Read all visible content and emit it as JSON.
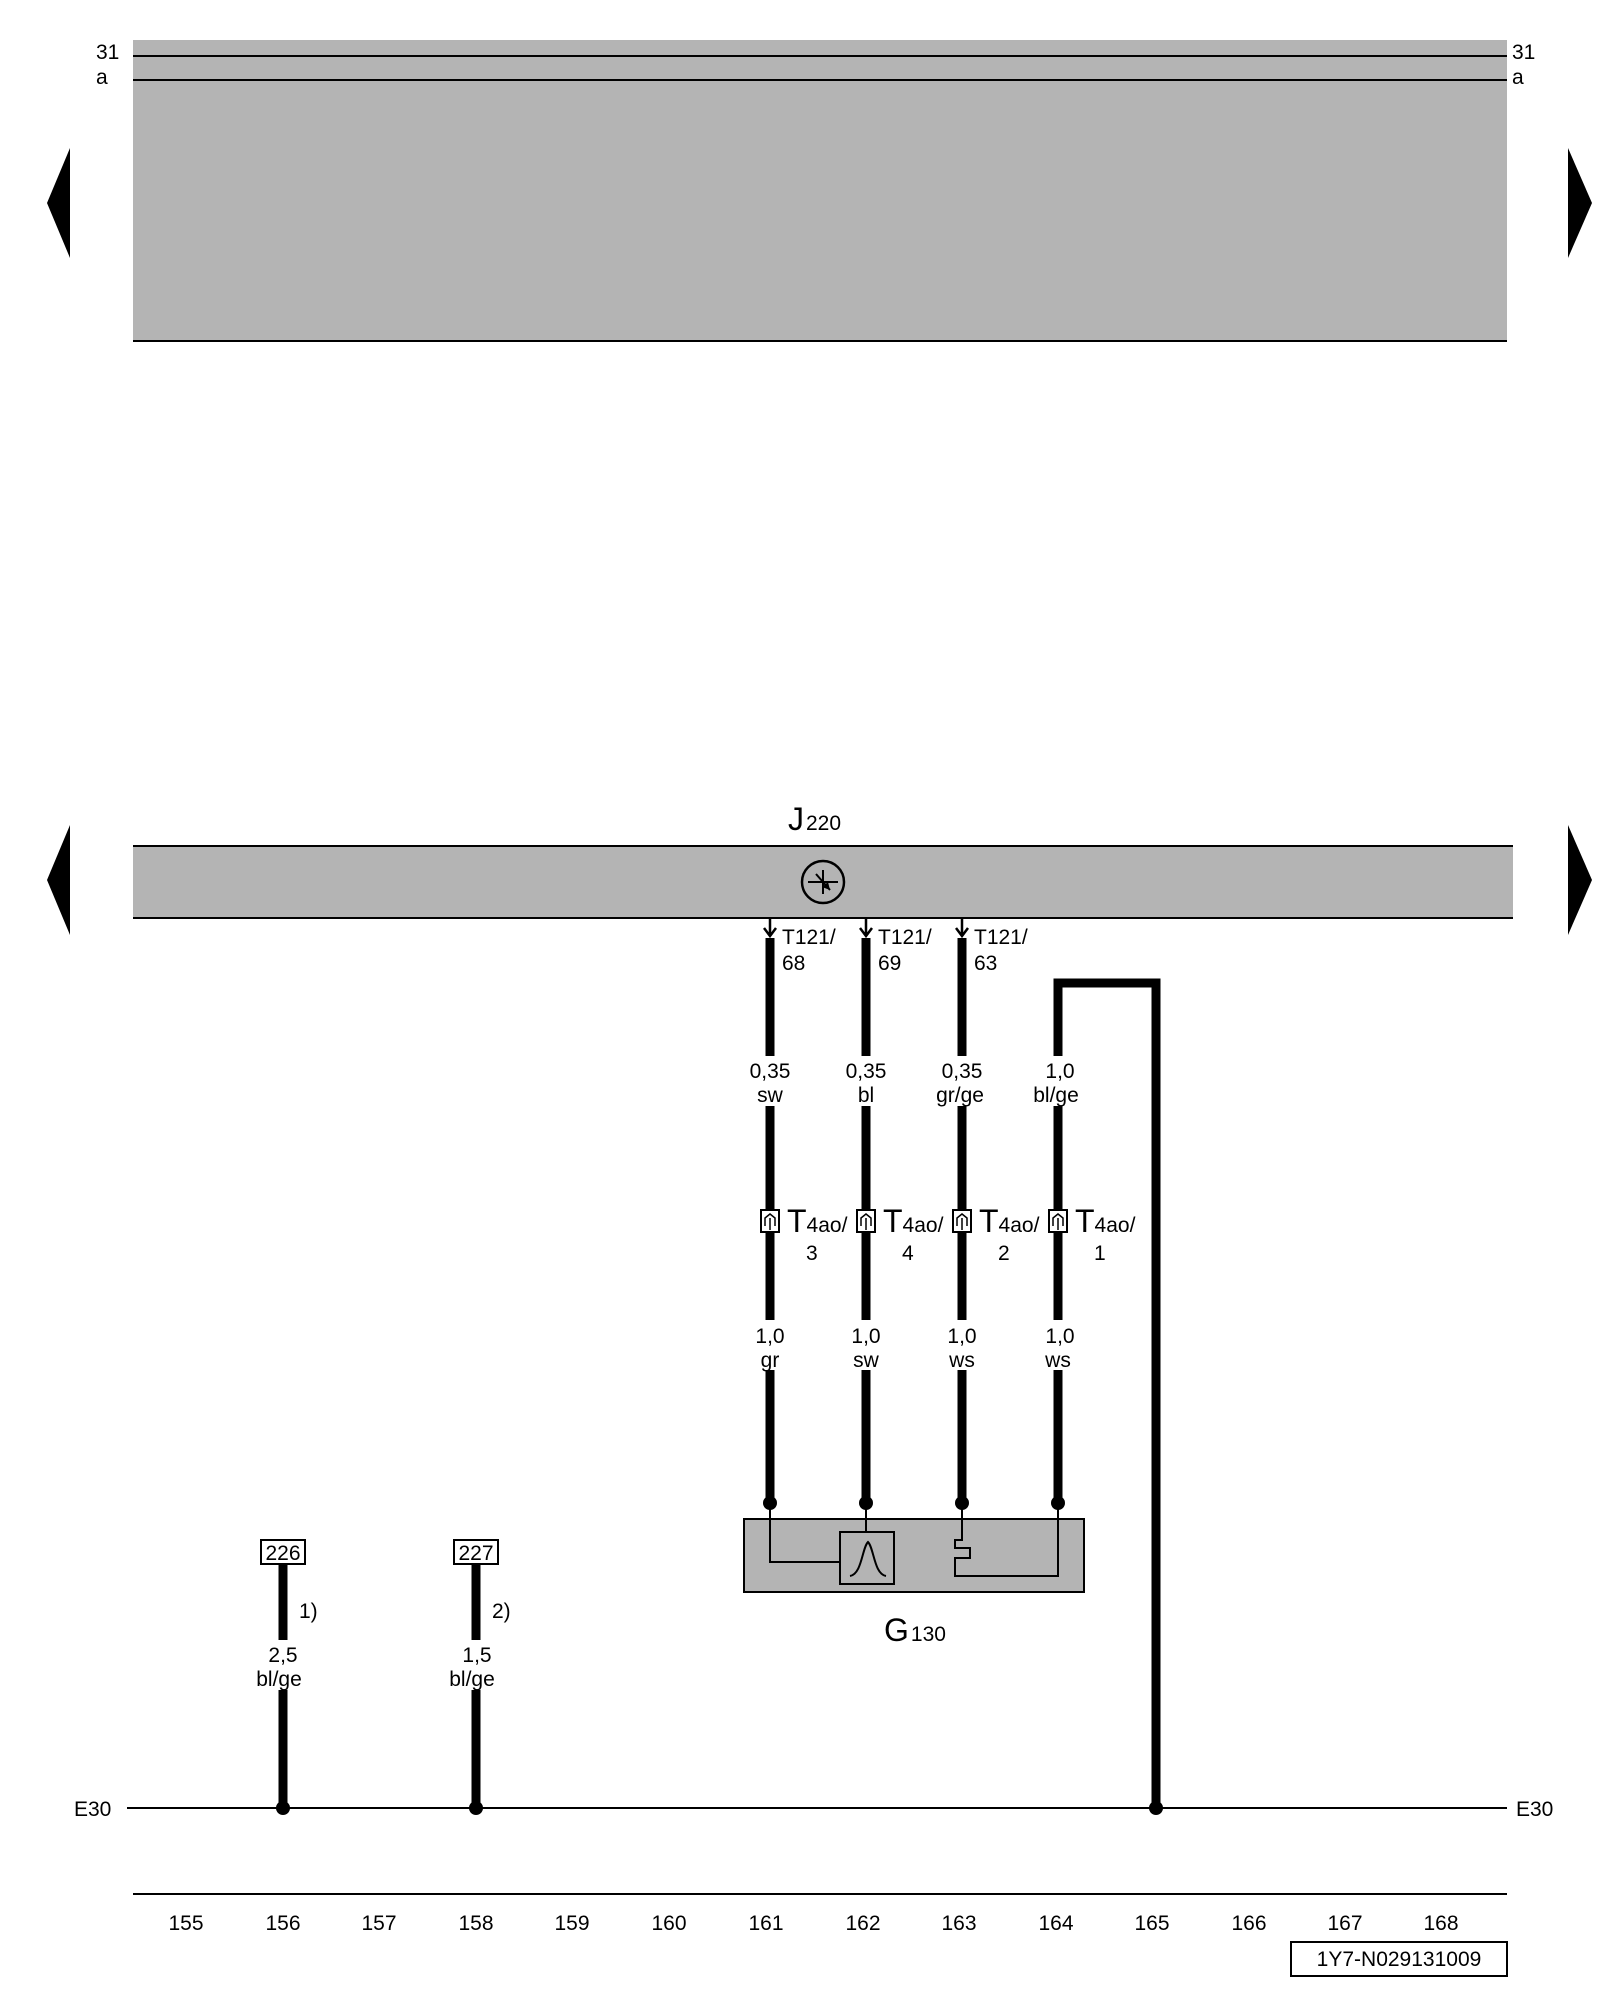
{
  "nav": {
    "top_left": "previous-page",
    "top_right": "next-page",
    "mid_left": "previous-page",
    "mid_right": "next-page"
  },
  "top_band": {
    "rail_31_left": "31",
    "rail_31_right": "31",
    "rail_a_left": "a",
    "rail_a_right": "a"
  },
  "j220": {
    "letter": "J",
    "number": "220",
    "symbol": "transistor-icon"
  },
  "wires": [
    {
      "pin": "T121/",
      "pin_no": "68",
      "upper_size": "0,35",
      "upper_color": "sw",
      "conn": "T",
      "conn_sub": "4ao/",
      "conn_pin": "3",
      "lower_size": "1,0",
      "lower_color": "gr"
    },
    {
      "pin": "T121/",
      "pin_no": "69",
      "upper_size": "0,35",
      "upper_color": "bl",
      "conn": "T",
      "conn_sub": "4ao/",
      "conn_pin": "4",
      "lower_size": "1,0",
      "lower_color": "sw"
    },
    {
      "pin": "T121/",
      "pin_no": "63",
      "upper_size": "0,35",
      "upper_color": "gr/ge",
      "conn": "T",
      "conn_sub": "4ao/",
      "conn_pin": "2",
      "lower_size": "1,0",
      "lower_color": "ws"
    },
    {
      "pin": "",
      "pin_no": "",
      "upper_size": "1,0",
      "upper_color": "bl/ge",
      "conn": "T",
      "conn_sub": "4ao/",
      "conn_pin": "1",
      "lower_size": "1,0",
      "lower_color": "ws"
    }
  ],
  "g130": {
    "letter": "G",
    "number": "130",
    "symbol": "sensor-curve-icon"
  },
  "refs": [
    {
      "box": "226",
      "note": "1)",
      "size": "2,5",
      "color": "bl/ge"
    },
    {
      "box": "227",
      "note": "2)",
      "size": "1,5",
      "color": "bl/ge"
    }
  ],
  "e30": {
    "left": "E30",
    "right": "E30"
  },
  "columns": [
    "155",
    "156",
    "157",
    "158",
    "159",
    "160",
    "161",
    "162",
    "163",
    "164",
    "165",
    "166",
    "167",
    "168"
  ],
  "doc_id": "1Y7-N029131009",
  "colors": {
    "band": "#b4b4b4",
    "line": "#000000",
    "background": "#ffffff"
  }
}
